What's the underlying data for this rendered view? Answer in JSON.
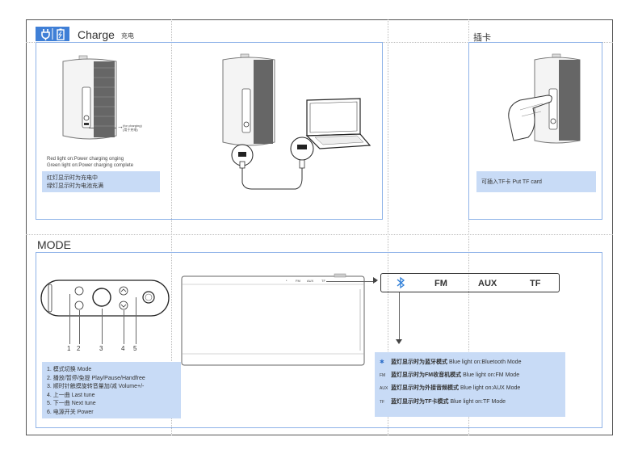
{
  "charge": {
    "title": "Charge",
    "title_cn": "充电",
    "icon": "plug-battery-icon",
    "usb_note_1": "(for charging)",
    "usb_note_2": "(用于充电)",
    "light_line_1": "Red light on:Power charging onging",
    "light_line_2": "Green light on:Power charging complete",
    "cn_line_1": "红灯显示时为充电中",
    "cn_line_2": "绿灯显示时为电池充满"
  },
  "card": {
    "title": "插卡",
    "note_cn": "可插入TF卡",
    "note_en": "Put TF card"
  },
  "mode": {
    "title": "MODE",
    "numbers": [
      "1",
      "2",
      "3",
      "4",
      "5"
    ],
    "list": [
      "1. 模式切换 Mode",
      "2. 播放/暂停/免提 Play/Pause/Handfree",
      "3. 顺时针触摸旋转音量加/减 Volume+/-",
      "4. 上一曲 Last tune",
      "5. 下一曲 Next tune",
      "6. 电源开关 Power"
    ],
    "top_labels": [
      "FM",
      "AUX",
      "TF"
    ],
    "bar_labels": [
      "FM",
      "AUX",
      "TF"
    ],
    "lights": [
      {
        "tag": "",
        "cn": "蓝灯显示时为蓝牙模式",
        "en": "Blue light on:Bluetooth Mode"
      },
      {
        "tag": "FM",
        "cn": "蓝灯显示时为FM收音机模式",
        "en": "Blue light on:FM Mode"
      },
      {
        "tag": "AUX",
        "cn": "蓝灯显示时为外接音频模式",
        "en": "Blue light on:AUX Mode"
      },
      {
        "tag": "TF",
        "cn": "蓝灯显示时为TF卡模式",
        "en": "Blue light on:TF Mode"
      }
    ]
  }
}
